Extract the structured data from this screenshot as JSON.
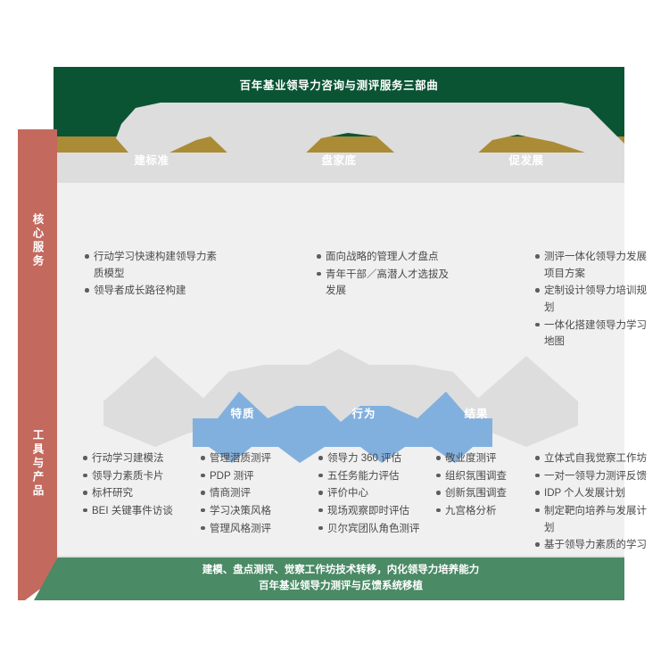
{
  "header": {
    "title": "百年基业领导力咨询与测评服务三部曲"
  },
  "phases": [
    {
      "label": "建标准"
    },
    {
      "label": "盘家底"
    },
    {
      "label": "促发展"
    }
  ],
  "sidebar": {
    "items": [
      {
        "label": "核心服务"
      },
      {
        "label": "工具与产品"
      }
    ]
  },
  "core_services": [
    {
      "items": [
        "行动学习快速构建领导力素质模型",
        "领导者成长路径构建"
      ]
    },
    {
      "items": [
        "面向战略的管理人才盘点",
        "青年干部／高潜人才选拔及发展"
      ]
    },
    {
      "items": [
        "测评一体化领导力发展项目方案",
        "定制设计领导力培训规划",
        "一体化搭建领导力学习地图"
      ]
    }
  ],
  "middle_band": {
    "labels": [
      {
        "label": "特质"
      },
      {
        "label": "行为"
      },
      {
        "label": "结果"
      }
    ]
  },
  "tools": [
    {
      "items": [
        "行动学习建模法",
        "领导力素质卡片",
        "标杆研究",
        "BEI 关键事件访谈"
      ]
    },
    {
      "items": [
        "管理潜质测评",
        "PDP 测评",
        "情商测评",
        "学习决策风格",
        "管理风格测评"
      ]
    },
    {
      "items": [
        "领导力 360 评估",
        "五任务能力评估",
        "评价中心",
        "现场观察即时评估",
        "贝尔宾团队角色测评"
      ]
    },
    {
      "items": [
        "敬业度测评",
        "组织氛围调查",
        "创新氛围调查",
        "九宫格分析"
      ]
    },
    {
      "items": [
        "立体式自我觉察工作坊",
        "一对一领导力测评反馈",
        "IDP 个人发展计划",
        "制定靶向培养与发展计划",
        "基于领导力素质的学习地图"
      ]
    }
  ],
  "footer": {
    "line1": "建模、盘点测评、觉察工作坊技术转移，内化领导力培养能力",
    "line2": "百年基业领导力测评与反馈系统移植"
  },
  "colors": {
    "green_header": "#0a5434",
    "gold": "#ab8b36",
    "red_sidebar": "#c4695e",
    "green_footer": "#4a8a65",
    "blue_band": "#82b0de",
    "grey_shape": "#dcdddc",
    "panel_bg": "#eff0ef"
  }
}
